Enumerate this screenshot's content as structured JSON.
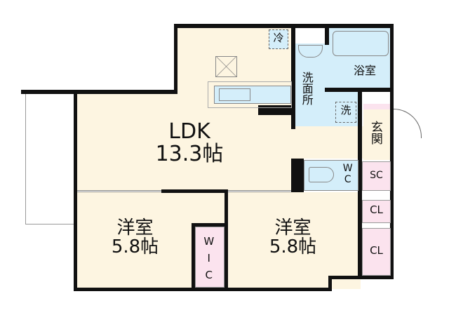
{
  "rooms": {
    "ldk": {
      "name": "LDK",
      "size": "13.3帖"
    },
    "bedroom_left": {
      "name": "洋室",
      "size": "5.8帖"
    },
    "bedroom_right": {
      "name": "洋室",
      "size": "5.8帖"
    },
    "bath": "浴室",
    "washroom": "洗面所",
    "washer": "洗",
    "fridge": "冷",
    "entrance": "玄関",
    "toilet": "WC",
    "shoe_closet": "SC",
    "closet_1": "CL",
    "closet_2": "CL",
    "walk_in_closet": "WIC"
  },
  "colors": {
    "living": "#fdf5e1",
    "wet": "#d4eefa",
    "storage": "#fbe3ee",
    "wall": "#111111"
  }
}
